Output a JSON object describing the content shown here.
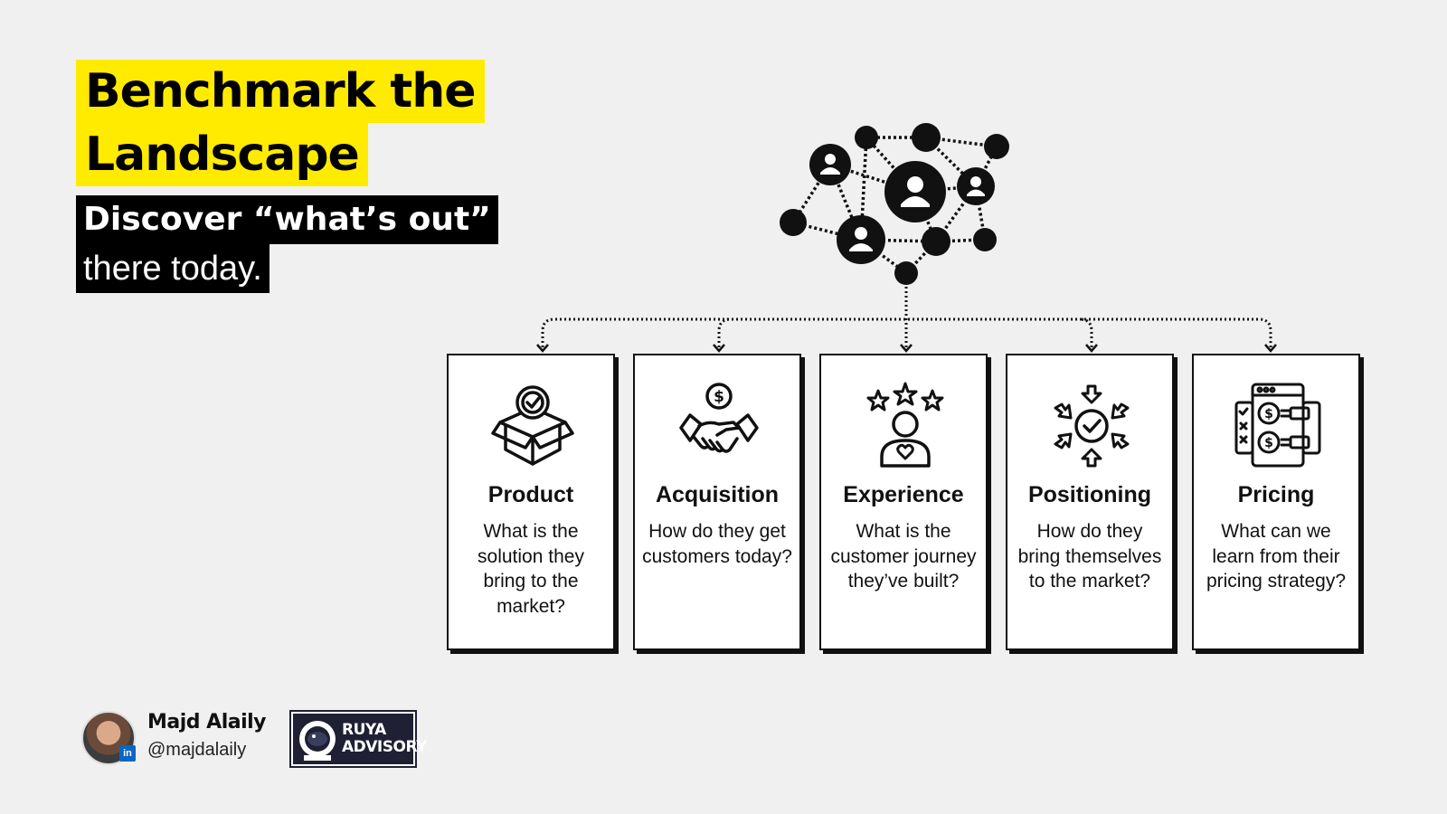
{
  "header": {
    "title_line1": "Benchmark the",
    "title_line2": "Landscape",
    "subtitle_line1": "Discover “what’s out”",
    "subtitle_line2": "there today."
  },
  "colors": {
    "highlight": "#ffeb00",
    "ink": "#111111",
    "background": "#f0f0f0",
    "brand_bg": "#1f2033",
    "linkedin": "#0a66c2"
  },
  "network": {
    "icon": "people-network-icon"
  },
  "cards": [
    {
      "title": "Product",
      "description": "What is the solution they bring to the market?",
      "icon": "box-check-icon"
    },
    {
      "title": "Acquisition",
      "description": "How do they get customers today?",
      "icon": "handshake-dollar-icon"
    },
    {
      "title": "Experience",
      "description": "What is the customer journey they’ve built?",
      "icon": "person-stars-heart-icon"
    },
    {
      "title": "Positioning",
      "description": "How do they bring themselves to the market?",
      "icon": "target-arrows-icon"
    },
    {
      "title": "Pricing",
      "description": "What can we learn from their pricing strategy?",
      "icon": "pricing-dashboard-icon"
    }
  ],
  "footer": {
    "author_name": "Majd Alaily",
    "author_handle": "@majdalaily",
    "linkedin_badge": "in",
    "brand_line1": "RUYA",
    "brand_line2": "ADVISORY"
  }
}
